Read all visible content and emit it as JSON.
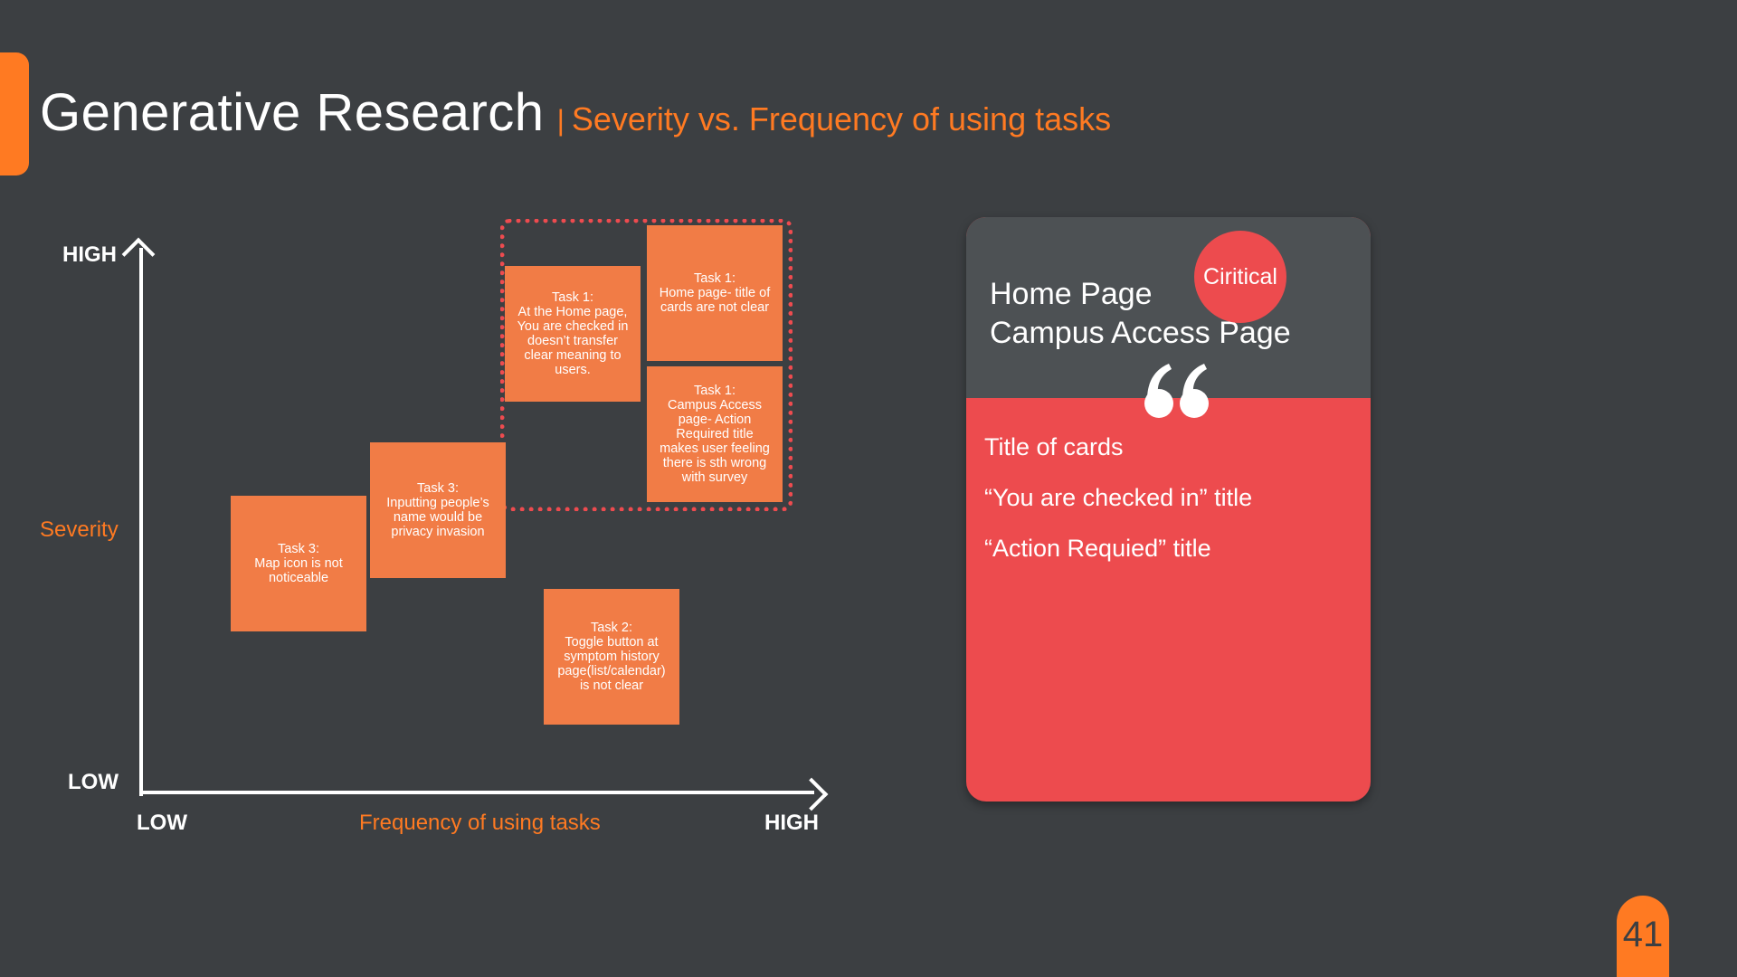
{
  "header": {
    "title": "Generative Research",
    "separator": "|",
    "subtitle": "Severity vs. Frequency of using tasks"
  },
  "matrix": {
    "y_axis_name": "Severity",
    "y_high_label": "HIGH",
    "y_low_label": "LOW",
    "x_axis_name": "Frequency of using tasks",
    "x_low_label": "LOW",
    "x_high_label": "HIGH",
    "tasks": [
      {
        "title": "Task 3:",
        "desc": "Map icon is not noticeable"
      },
      {
        "title": "Task 3:",
        "desc": "Inputting people’s name would be privacy invasion"
      },
      {
        "title": "Task 1:",
        "desc": "At the Home page, You are checked in doesn’t transfer clear meaning to users."
      },
      {
        "title": "Task 1:",
        "desc": "Home page- title of cards are not clear"
      },
      {
        "title": "Task 1:",
        "desc": "Campus Access page- Action Required title makes user feeling there is sth wrong with survey"
      },
      {
        "title": "Task 2:",
        "desc": "Toggle button at symptom history page(list/calendar) is not clear"
      }
    ],
    "box_color": "#f17c46",
    "highlight_color": "#ee4b4f"
  },
  "card": {
    "badge": "Ciritical",
    "heading_line1": "Home Page",
    "heading_line2": "Campus Access Page",
    "points": [
      "Title of cards",
      "“You are checked in” title",
      "“Action Requied” title"
    ],
    "top_color": "#4d5154",
    "body_color": "#ed4b4e"
  },
  "page_number": "41",
  "colors": {
    "background": "#3c3f42",
    "accent": "#ff7a22"
  }
}
